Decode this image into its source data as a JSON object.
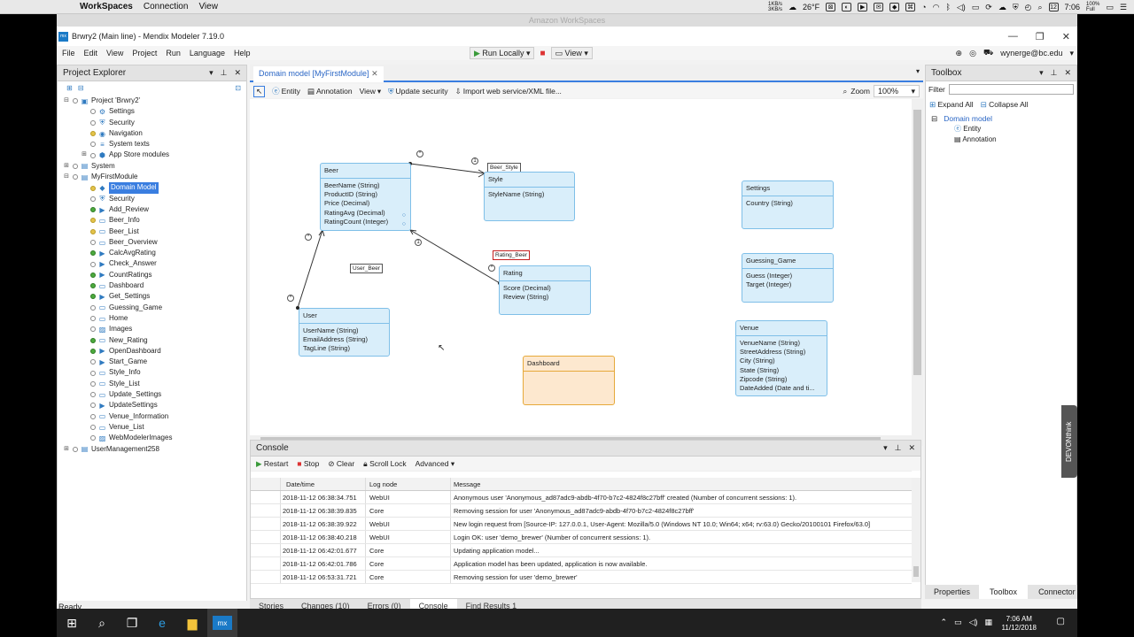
{
  "mac_menu": {
    "app": "WorkSpaces",
    "items": [
      "Connection",
      "View"
    ]
  },
  "mac_status": {
    "net_up": "1KB/s",
    "net_down": "3KB/s",
    "temp": "26°F",
    "time": "7:06",
    "battery": "100%",
    "battery_sub": "Full",
    "date_icon": "12"
  },
  "workspace_title": "Amazon WorkSpaces",
  "window": {
    "title": "Brwry2 (Main line) - Mendix Modeler 7.19.0",
    "logo": "mx"
  },
  "menu": [
    "File",
    "Edit",
    "View",
    "Project",
    "Run",
    "Language",
    "Help"
  ],
  "run": {
    "run_label": "Run Locally",
    "view_label": "View"
  },
  "user": "wynerge@bc.edu",
  "project_explorer": {
    "title": "Project Explorer",
    "tree": [
      {
        "label": "Project 'Brwry2'",
        "depth": 0,
        "twist": "⊟",
        "icon": "▣",
        "dot": ""
      },
      {
        "label": "Settings",
        "depth": 1,
        "twist": "",
        "icon": "⚙",
        "dot": ""
      },
      {
        "label": "Security",
        "depth": 1,
        "twist": "",
        "icon": "⛨",
        "dot": ""
      },
      {
        "label": "Navigation",
        "depth": 1,
        "twist": "",
        "icon": "◉",
        "dot": "y"
      },
      {
        "label": "System texts",
        "depth": 1,
        "twist": "",
        "icon": "≡",
        "dot": ""
      },
      {
        "label": "App Store modules",
        "depth": 1,
        "twist": "⊞",
        "icon": "⬢",
        "dot": ""
      },
      {
        "label": "System",
        "depth": 0,
        "twist": "⊞",
        "icon": "▤",
        "dot": ""
      },
      {
        "label": "MyFirstModule",
        "depth": 0,
        "twist": "⊟",
        "icon": "▤",
        "dot": ""
      },
      {
        "label": "Domain Model",
        "depth": 1,
        "twist": "",
        "icon": "◆",
        "dot": "y",
        "selected": true
      },
      {
        "label": "Security",
        "depth": 1,
        "twist": "",
        "icon": "⛨",
        "dot": ""
      },
      {
        "label": "Add_Review",
        "depth": 1,
        "twist": "",
        "icon": "▶",
        "dot": "g"
      },
      {
        "label": "Beer_Info",
        "depth": 1,
        "twist": "",
        "icon": "▭",
        "dot": "y"
      },
      {
        "label": "Beer_List",
        "depth": 1,
        "twist": "",
        "icon": "▭",
        "dot": "y"
      },
      {
        "label": "Beer_Overview",
        "depth": 1,
        "twist": "",
        "icon": "▭",
        "dot": ""
      },
      {
        "label": "CalcAvgRating",
        "depth": 1,
        "twist": "",
        "icon": "▶",
        "dot": "g"
      },
      {
        "label": "Check_Answer",
        "depth": 1,
        "twist": "",
        "icon": "▶",
        "dot": ""
      },
      {
        "label": "CountRatings",
        "depth": 1,
        "twist": "",
        "icon": "▶",
        "dot": "g"
      },
      {
        "label": "Dashboard",
        "depth": 1,
        "twist": "",
        "icon": "▭",
        "dot": "g"
      },
      {
        "label": "Get_Settings",
        "depth": 1,
        "twist": "",
        "icon": "▶",
        "dot": "g"
      },
      {
        "label": "Guessing_Game",
        "depth": 1,
        "twist": "",
        "icon": "▭",
        "dot": ""
      },
      {
        "label": "Home",
        "depth": 1,
        "twist": "",
        "icon": "▭",
        "dot": ""
      },
      {
        "label": "Images",
        "depth": 1,
        "twist": "",
        "icon": "▨",
        "dot": ""
      },
      {
        "label": "New_Rating",
        "depth": 1,
        "twist": "",
        "icon": "▭",
        "dot": "g"
      },
      {
        "label": "OpenDashboard",
        "depth": 1,
        "twist": "",
        "icon": "▶",
        "dot": "g"
      },
      {
        "label": "Start_Game",
        "depth": 1,
        "twist": "",
        "icon": "▶",
        "dot": ""
      },
      {
        "label": "Style_Info",
        "depth": 1,
        "twist": "",
        "icon": "▭",
        "dot": ""
      },
      {
        "label": "Style_List",
        "depth": 1,
        "twist": "",
        "icon": "▭",
        "dot": ""
      },
      {
        "label": "Update_Settings",
        "depth": 1,
        "twist": "",
        "icon": "▭",
        "dot": ""
      },
      {
        "label": "UpdateSettings",
        "depth": 1,
        "twist": "",
        "icon": "▶",
        "dot": ""
      },
      {
        "label": "Venue_Information",
        "depth": 1,
        "twist": "",
        "icon": "▭",
        "dot": ""
      },
      {
        "label": "Venue_List",
        "depth": 1,
        "twist": "",
        "icon": "▭",
        "dot": ""
      },
      {
        "label": "WebModelerImages",
        "depth": 1,
        "twist": "",
        "icon": "▨",
        "dot": ""
      },
      {
        "label": "UserManagement258",
        "depth": 0,
        "twist": "⊞",
        "icon": "▤",
        "dot": ""
      }
    ]
  },
  "doc_tab": "Domain model [MyFirstModule]",
  "domain_toolbar": {
    "entity": "Entity",
    "annotation": "Annotation",
    "view": "View",
    "update_security": "Update security",
    "import": "Import web service/XML file...",
    "zoom_label": "Zoom",
    "zoom_value": "100%"
  },
  "entities": {
    "beer": {
      "name": "Beer",
      "attrs": [
        "BeerName (String)",
        "ProductID (String)",
        "Price (Decimal)",
        "RatingAvg (Decimal)",
        "RatingCount (Integer)"
      ]
    },
    "style": {
      "name": "Style",
      "attrs": [
        "StyleName (String)"
      ]
    },
    "rating": {
      "name": "Rating",
      "attrs": [
        "Score (Decimal)",
        "Review (String)"
      ]
    },
    "user": {
      "name": "User",
      "attrs": [
        "UserName (String)",
        "EmailAddress (String)",
        "TagLine (String)"
      ]
    },
    "dashboard": {
      "name": "Dashboard",
      "attrs": []
    },
    "settings": {
      "name": "Settings",
      "attrs": [
        "Country (String)"
      ]
    },
    "guessing_game": {
      "name": "Guessing_Game",
      "attrs": [
        "Guess (Integer)",
        "Target (Integer)"
      ]
    },
    "venue": {
      "name": "Venue",
      "attrs": [
        "VenueName (String)",
        "StreetAddress (String)",
        "City (String)",
        "State (String)",
        "Zipcode (String)",
        "DateAdded (Date and ti..."
      ]
    }
  },
  "associations": {
    "beer_style": "Beer_Style",
    "rating_beer": "Rating_Beer",
    "user_beer": "User_Beer",
    "one": "1",
    "many": "*"
  },
  "console": {
    "title": "Console",
    "toolbar": {
      "restart": "Restart",
      "stop": "Stop",
      "clear": "Clear",
      "scroll_lock": "Scroll Lock",
      "advanced": "Advanced"
    },
    "columns": [
      "Date/time",
      "Log node",
      "Message"
    ],
    "rows": [
      {
        "time": "2018-11-12 06:38:34.751",
        "node": "WebUI",
        "msg": "Anonymous user 'Anonymous_ad87adc9-abdb-4f70-b7c2-4824f8c27bff' created (Number of concurrent sessions: 1)."
      },
      {
        "time": "2018-11-12 06:38:39.835",
        "node": "Core",
        "msg": "Removing session for user 'Anonymous_ad87adc9-abdb-4f70-b7c2-4824f8c27bff'"
      },
      {
        "time": "2018-11-12 06:38:39.922",
        "node": "WebUI",
        "msg": "New login request from [Source-IP: 127.0.0.1, User-Agent: Mozilla/5.0 (Windows NT 10.0; Win64; x64; rv:63.0) Gecko/20100101 Firefox/63.0]"
      },
      {
        "time": "2018-11-12 06:38:40.218",
        "node": "WebUI",
        "msg": "Login OK: user 'demo_brewer' (Number of concurrent sessions: 1)."
      },
      {
        "time": "2018-11-12 06:42:01.677",
        "node": "Core",
        "msg": "Updating application model..."
      },
      {
        "time": "2018-11-12 06:42:01.786",
        "node": "Core",
        "msg": "Application model has been updated, application is now available."
      },
      {
        "time": "2018-11-12 06:53:31.721",
        "node": "Core",
        "msg": "Removing session for user 'demo_brewer'"
      }
    ]
  },
  "bottom_tabs": [
    "Stories",
    "Changes (10)",
    "Errors (0)",
    "Console",
    "Find Results 1"
  ],
  "status": "Ready",
  "toolbox": {
    "title": "Toolbox",
    "filter_label": "Filter",
    "expand_all": "Expand All",
    "collapse_all": "Collapse All",
    "group": "Domain model",
    "items": [
      "Entity",
      "Annotation"
    ]
  },
  "right_tabs": [
    "Properties",
    "Toolbox",
    "Connector"
  ],
  "taskbar": {
    "time": "7:06 AM",
    "date": "11/12/2018",
    "app_logo": "mx"
  },
  "devon": "DEVONthink"
}
